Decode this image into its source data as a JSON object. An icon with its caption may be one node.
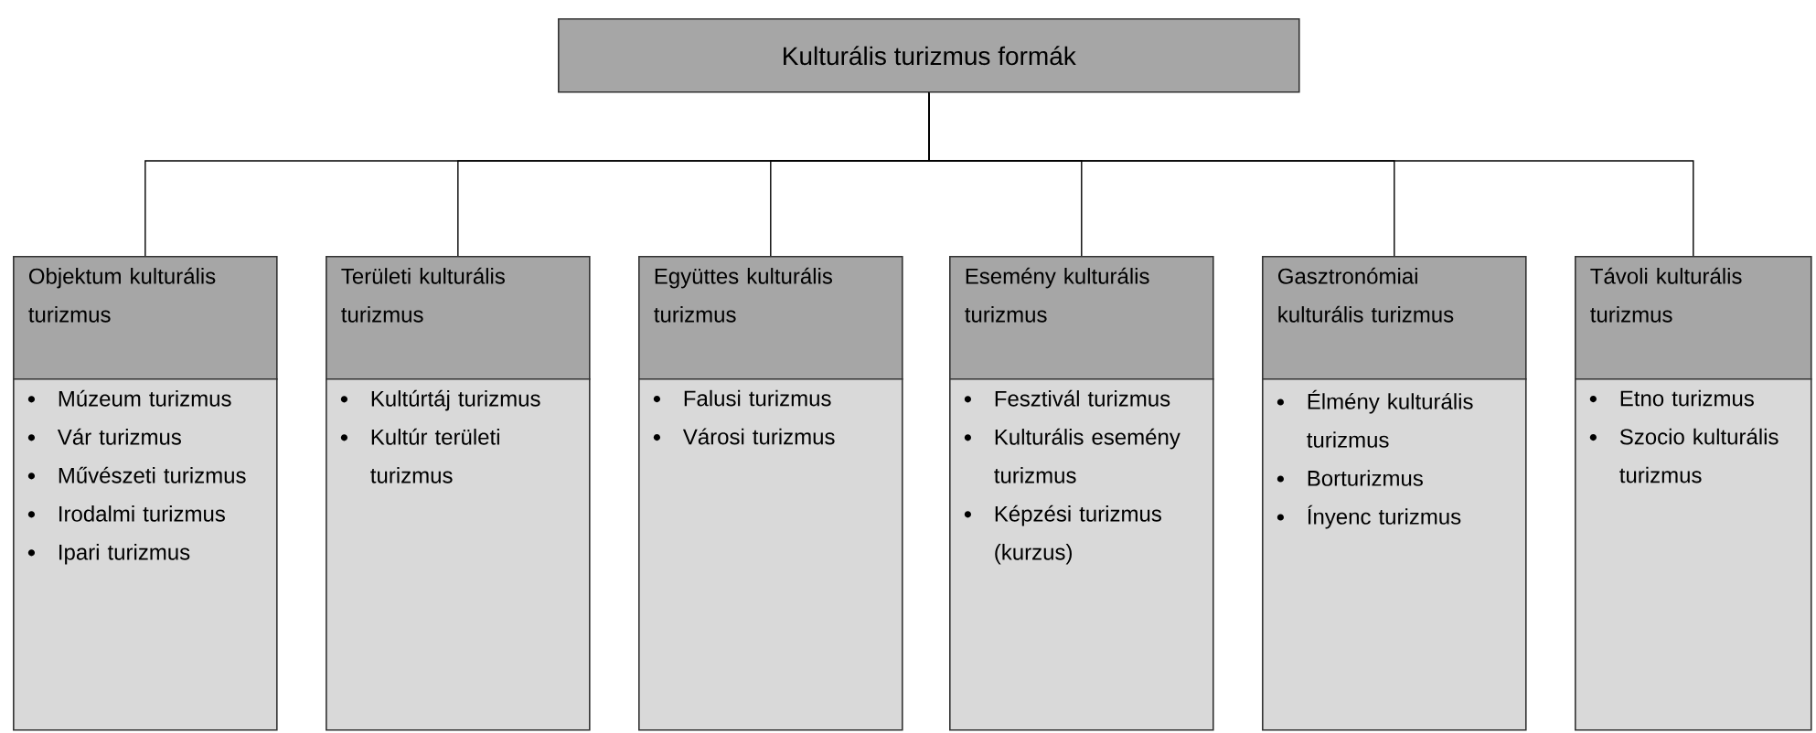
{
  "diagram": {
    "nodes": [
      {
        "text": [
          "Kulturális turizmus formák"
        ]
      },
      {
        "text": [
          "Objektum kulturális turizmus"
        ]
      },
      {
        "text": [
          "Területi kulturális turizmus"
        ]
      },
      {
        "text": [
          "Együttes kulturális turizmus"
        ]
      },
      {
        "text": [
          "Esemény kulturális turizmus"
        ]
      },
      {
        "text": [
          "Gasztronómiai kulturális turizmus"
        ]
      },
      {
        "text": [
          "Távoli kulturális turizmus"
        ]
      },
      {
        "text": [
          "Múzeum turizmus",
          "Vár turizmus",
          "Művészeti turizmus",
          "Irodalmi turizmus",
          "Ipari turizmus"
        ]
      },
      {
        "text": [
          "Kultúrtáj turizmus",
          "Kultúr területi turizmus"
        ]
      },
      {
        "text": [
          "Falusi turizmus",
          "Városi turizmus"
        ]
      },
      {
        "text": [
          "Fesztivál turizmus",
          "Kulturális esemény turizmus",
          "Képzési turizmus (kurzus)"
        ]
      },
      {
        "text": [
          "Élmény kulturális turizmus",
          "Borturizmus",
          "Ínyenc turizmus"
        ]
      },
      {
        "text": [
          "Etno turizmus",
          "Szocio kulturális turizmus"
        ]
      }
    ],
    "edges": [
      {
        "from": 0,
        "to": 1,
        "arrow": "none"
      },
      {
        "from": 0,
        "to": 2,
        "arrow": "none"
      },
      {
        "from": 0,
        "to": 3,
        "arrow": "none"
      },
      {
        "from": 0,
        "to": 4,
        "arrow": "none"
      },
      {
        "from": 0,
        "to": 5,
        "arrow": "none"
      },
      {
        "from": 0,
        "to": 6,
        "arrow": "none"
      }
    ]
  }
}
